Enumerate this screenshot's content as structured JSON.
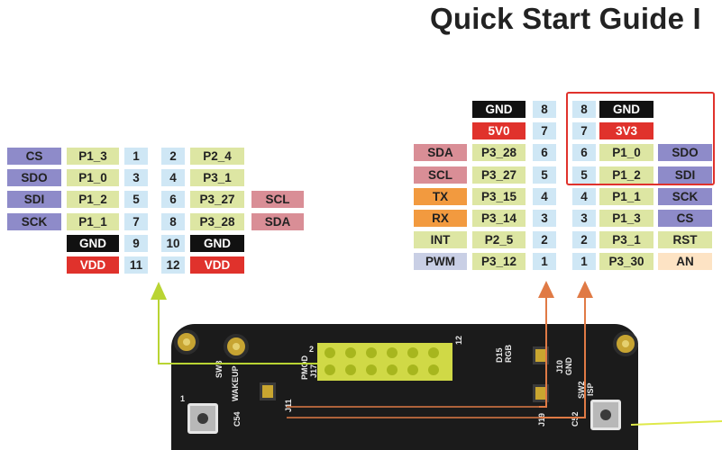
{
  "title": "Quick Start Guide I",
  "colors": {
    "cs_spi": "#8e8bc9",
    "label_red": "#d98e96",
    "tx_orange": "#f29a3f",
    "port": "#dde6a3",
    "num": "#cfe7f5",
    "gnd": "#111111",
    "vdd": "#e0322c",
    "an": "#fde3c4",
    "pwm": "#c9cfe5",
    "highlight": "#e0322c",
    "arrow_green": "#b9d433",
    "arrow_orange": "#e07a45"
  },
  "left_header": [
    {
      "sig": "CS",
      "port": "P1_3",
      "a": "1",
      "b": "2",
      "port2": "P2_4",
      "sig2": ""
    },
    {
      "sig": "SDO",
      "port": "P1_0",
      "a": "3",
      "b": "4",
      "port2": "P3_1",
      "sig2": ""
    },
    {
      "sig": "SDI",
      "port": "P1_2",
      "a": "5",
      "b": "6",
      "port2": "P3_27",
      "sig2": "SCL"
    },
    {
      "sig": "SCK",
      "port": "P1_1",
      "a": "7",
      "b": "8",
      "port2": "P3_28",
      "sig2": "SDA"
    },
    {
      "sig": "",
      "port": "GND",
      "a": "9",
      "b": "10",
      "port2": "GND",
      "sig2": ""
    },
    {
      "sig": "",
      "port": "VDD",
      "a": "11",
      "b": "12",
      "port2": "VDD",
      "sig2": ""
    }
  ],
  "right_header": [
    {
      "sig": "",
      "port": "GND",
      "a": "8",
      "b": "8",
      "port2": "GND",
      "sig2": ""
    },
    {
      "sig": "",
      "port": "5V0",
      "a": "7",
      "b": "7",
      "port2": "3V3",
      "sig2": ""
    },
    {
      "sig": "SDA",
      "port": "P3_28",
      "a": "6",
      "b": "6",
      "port2": "P1_0",
      "sig2": "SDO"
    },
    {
      "sig": "SCL",
      "port": "P3_27",
      "a": "5",
      "b": "5",
      "port2": "P1_2",
      "sig2": "SDI"
    },
    {
      "sig": "TX",
      "port": "P3_15",
      "a": "4",
      "b": "4",
      "port2": "P1_1",
      "sig2": "SCK"
    },
    {
      "sig": "RX",
      "port": "P3_14",
      "a": "3",
      "b": "3",
      "port2": "P1_3",
      "sig2": "CS"
    },
    {
      "sig": "INT",
      "port": "P2_5",
      "a": "2",
      "b": "2",
      "port2": "P3_1",
      "sig2": "RST"
    },
    {
      "sig": "PWM",
      "port": "P3_12",
      "a": "1",
      "b": "1",
      "port2": "P3_30",
      "sig2": "AN"
    }
  ],
  "board_silk": {
    "sw3": "SW3",
    "wakeup": "WAKEUP",
    "pmod": "PMOD",
    "j17": "J17",
    "d15": "D15",
    "rgb": "RGB",
    "j10": "J10",
    "gnd": "GND",
    "sw2": "SW2",
    "isp": "ISP",
    "c54": "C54",
    "j11": "J11",
    "j19": "J19",
    "one": "1",
    "two": "2",
    "twelve": "12",
    "c52": "C52"
  }
}
